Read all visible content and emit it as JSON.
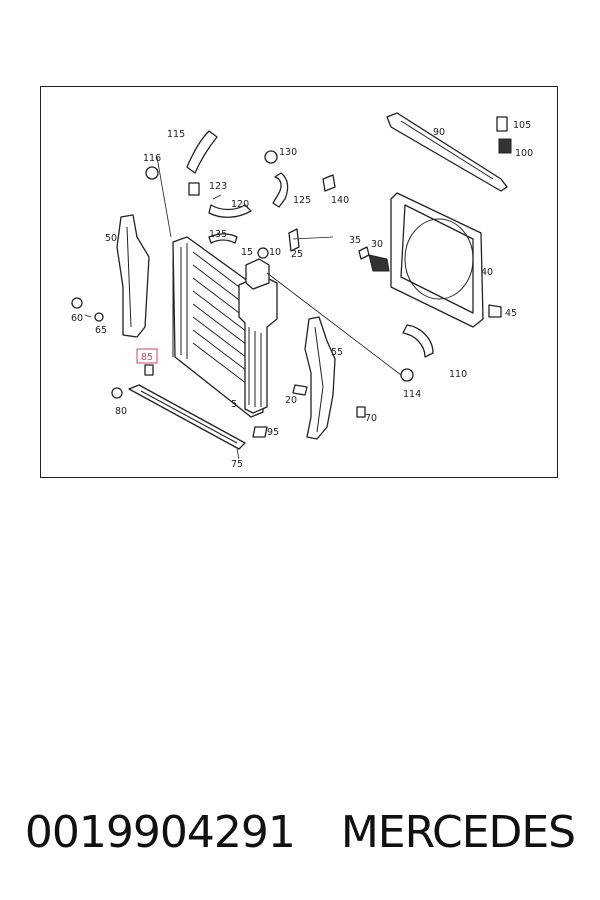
{
  "caption": {
    "part_number": "0019904291",
    "brand": "MERCEDES"
  },
  "callouts": {
    "c5": "5",
    "c10": "10",
    "c15": "15",
    "c20": "20",
    "c25": "25",
    "c30": "30",
    "c35": "35",
    "c40": "40",
    "c45": "45",
    "c50": "50",
    "c55": "55",
    "c60": "60",
    "c65": "65",
    "c70": "70",
    "c75": "75",
    "c80": "80",
    "c85": "85",
    "c90": "90",
    "c95": "95",
    "c100": "100",
    "c105": "105",
    "c110": "110",
    "c114": "114",
    "c115": "115",
    "c116": "116",
    "c120": "120",
    "c123": "123",
    "c125": "125",
    "c130": "130",
    "c135": "135",
    "c140": "140"
  },
  "highlight_color": "#d0455a"
}
